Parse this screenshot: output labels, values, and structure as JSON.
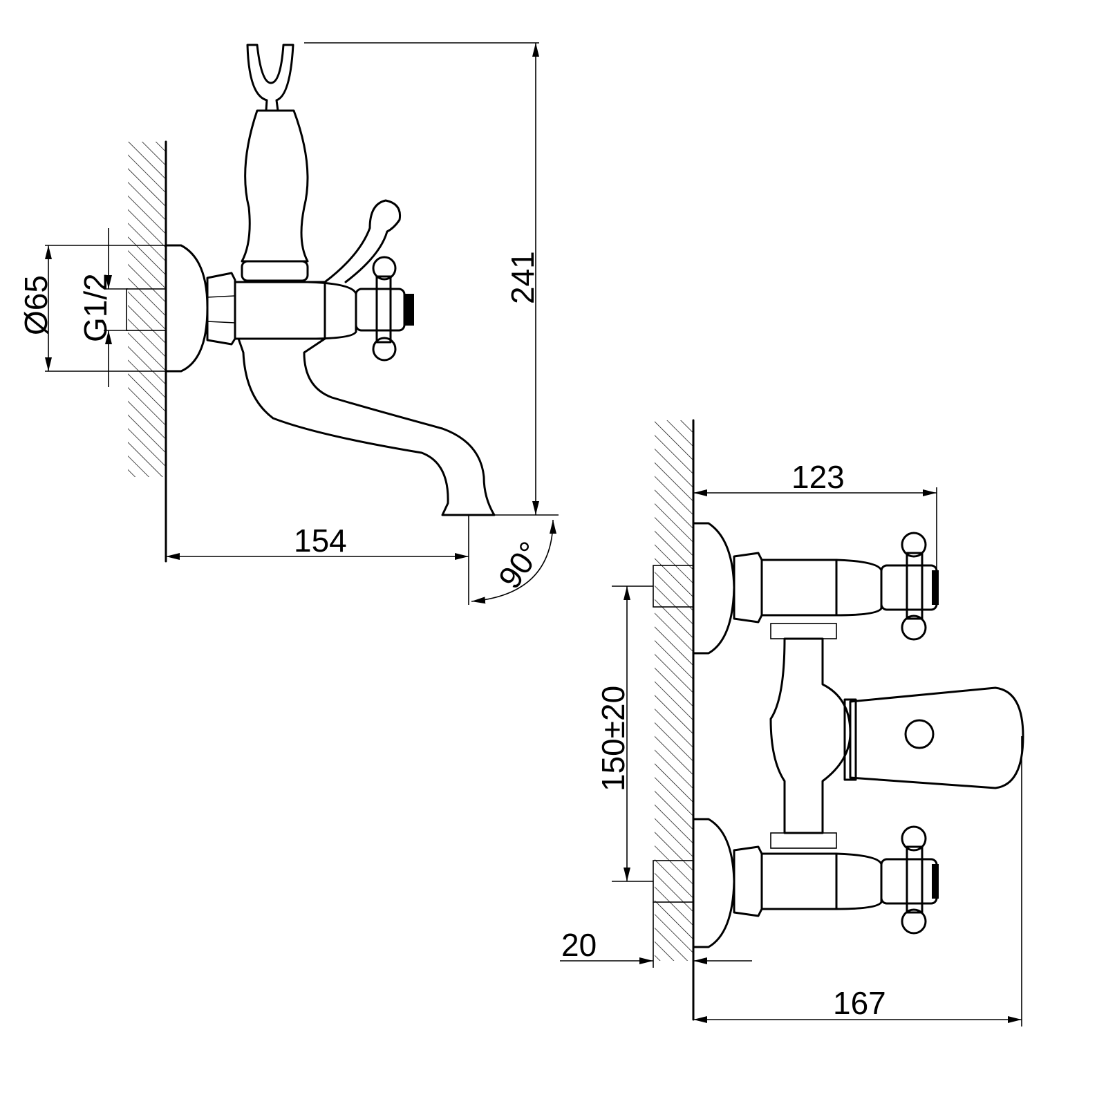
{
  "side_view": {
    "dim_diameter": "Ø65",
    "dim_thread": "G1/2",
    "dim_height": "241",
    "dim_depth": "154",
    "dim_angle": "90°"
  },
  "top_view": {
    "dim_handle_reach": "123",
    "dim_spacing": "150±20",
    "dim_thread_len": "20",
    "dim_total_depth": "167"
  }
}
